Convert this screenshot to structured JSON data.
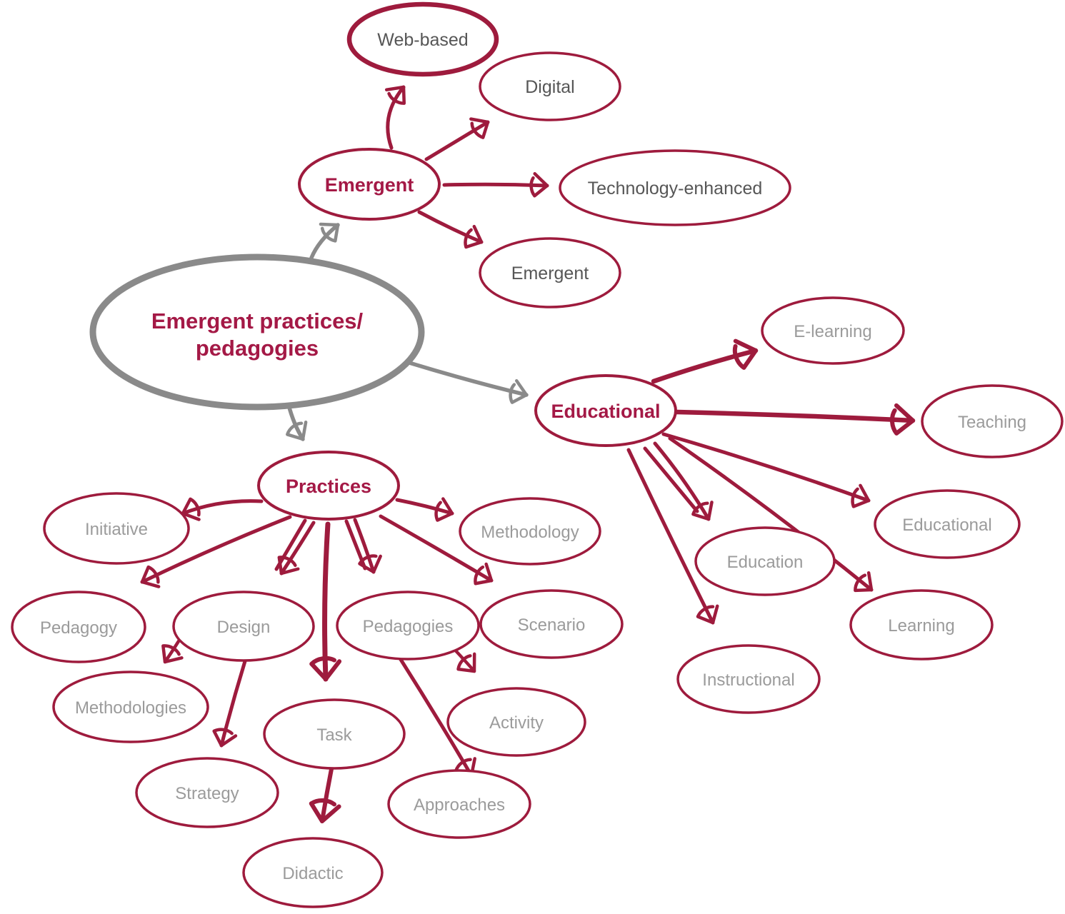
{
  "figure": {
    "type": "concept-map",
    "topic": "Emergent practices/pedagogies terminology map"
  },
  "colors": {
    "crimson": "#9e1b3d",
    "hub_text": "#a41946",
    "gray": "#8a8a8a",
    "label_light": "#9b9b9b",
    "label_dark": "#565656",
    "background": "#ffffff"
  },
  "nodes": {
    "central_line1": "Emergent practices/",
    "central_line2": "pedagogies",
    "emergent_hub": "Emergent",
    "web_based": "Web-based",
    "digital": "Digital",
    "technology_enhanced": "Technology-enhanced",
    "emergent_child": "Emergent",
    "educational_hub": "Educational",
    "e_learning": "E-learning",
    "teaching": "Teaching",
    "educational_child": "Educational",
    "education": "Education",
    "learning": "Learning",
    "instructional": "Instructional",
    "practices_hub": "Practices",
    "initiative": "Initiative",
    "methodology": "Methodology",
    "pedagogy": "Pedagogy",
    "design": "Design",
    "pedagogies": "Pedagogies",
    "scenario": "Scenario",
    "methodologies": "Methodologies",
    "task": "Task",
    "activity": "Activity",
    "strategy": "Strategy",
    "approaches": "Approaches",
    "didactic": "Didactic"
  },
  "edges": [
    {
      "from": "central",
      "to": "emergent_hub",
      "color": "gray"
    },
    {
      "from": "central",
      "to": "educational_hub",
      "color": "gray"
    },
    {
      "from": "central",
      "to": "practices_hub",
      "color": "gray"
    },
    {
      "from": "emergent_hub",
      "to": "web_based",
      "color": "crimson"
    },
    {
      "from": "emergent_hub",
      "to": "digital",
      "color": "crimson"
    },
    {
      "from": "emergent_hub",
      "to": "technology_enhanced",
      "color": "crimson"
    },
    {
      "from": "emergent_hub",
      "to": "emergent_child",
      "color": "crimson"
    },
    {
      "from": "educational_hub",
      "to": "e_learning",
      "color": "crimson"
    },
    {
      "from": "educational_hub",
      "to": "teaching",
      "color": "crimson"
    },
    {
      "from": "educational_hub",
      "to": "educational_child",
      "color": "crimson"
    },
    {
      "from": "educational_hub",
      "to": "education",
      "color": "crimson"
    },
    {
      "from": "educational_hub",
      "to": "learning",
      "color": "crimson"
    },
    {
      "from": "educational_hub",
      "to": "instructional",
      "color": "crimson"
    },
    {
      "from": "practices_hub",
      "to": "initiative",
      "color": "crimson"
    },
    {
      "from": "practices_hub",
      "to": "pedagogy",
      "color": "crimson"
    },
    {
      "from": "practices_hub",
      "to": "design",
      "color": "crimson"
    },
    {
      "from": "practices_hub",
      "to": "task",
      "color": "crimson"
    },
    {
      "from": "practices_hub",
      "to": "pedagogies",
      "color": "crimson"
    },
    {
      "from": "practices_hub",
      "to": "methodology",
      "color": "crimson"
    },
    {
      "from": "practices_hub",
      "to": "scenario",
      "color": "crimson"
    },
    {
      "from": "design",
      "to": "methodologies",
      "color": "crimson"
    },
    {
      "from": "design",
      "to": "strategy",
      "color": "crimson"
    },
    {
      "from": "pedagogies",
      "to": "activity",
      "color": "crimson"
    },
    {
      "from": "pedagogies",
      "to": "approaches",
      "color": "crimson"
    },
    {
      "from": "task",
      "to": "didactic",
      "color": "crimson"
    }
  ]
}
